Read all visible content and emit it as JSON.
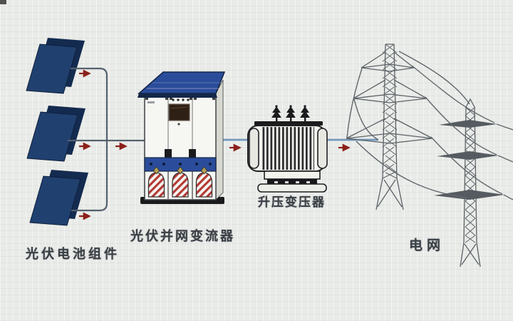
{
  "diagram": {
    "type": "flow-diagram",
    "subject": "photovoltaic grid-connected power generation system",
    "flow_direction": "left-to-right"
  },
  "components": [
    {
      "id": "pv-array",
      "label": "光伏电池组件",
      "icon": "solar-panel-icon",
      "panel_count": 3
    },
    {
      "id": "inverter",
      "label": "光伏并网变流器",
      "icon": "inverter-cabinet-icon"
    },
    {
      "id": "transformer",
      "label": "升压变压器",
      "icon": "transformer-tank-icon"
    },
    {
      "id": "grid",
      "label": "电网",
      "icon": "transmission-tower-icon",
      "tower_count": 2
    }
  ],
  "connections": {
    "arrow_count": 6,
    "direction": "left-to-right",
    "arrow_glyph": "→"
  },
  "colors": {
    "background": "#e9ebe8",
    "panel_front": "#20406f",
    "panel_back": "#142b50",
    "wire": "#55616e",
    "ac_line_outer": "#a9c3de",
    "ac_line_core": "#5d7f9e",
    "arrow": "#8c211a",
    "cabinet_blue": "#2a4c9a",
    "cabinet_fascia": "#152748",
    "cabinet_body": "#f6f6f2",
    "cabinet_side": "#d7d8d0",
    "outline_dark": "#3c4043",
    "screen_brown": "#2f2015",
    "stripe_red": "#b43a35",
    "knob_gold": "#b5a04e",
    "equipment_black": "#1b1b1d",
    "transformer_body": "#f3f3ee",
    "fin_dark": "#2c2d2f",
    "tower_gray": "#5c6267",
    "wire_gray": "#61676c",
    "label_text": "#3b4046"
  }
}
